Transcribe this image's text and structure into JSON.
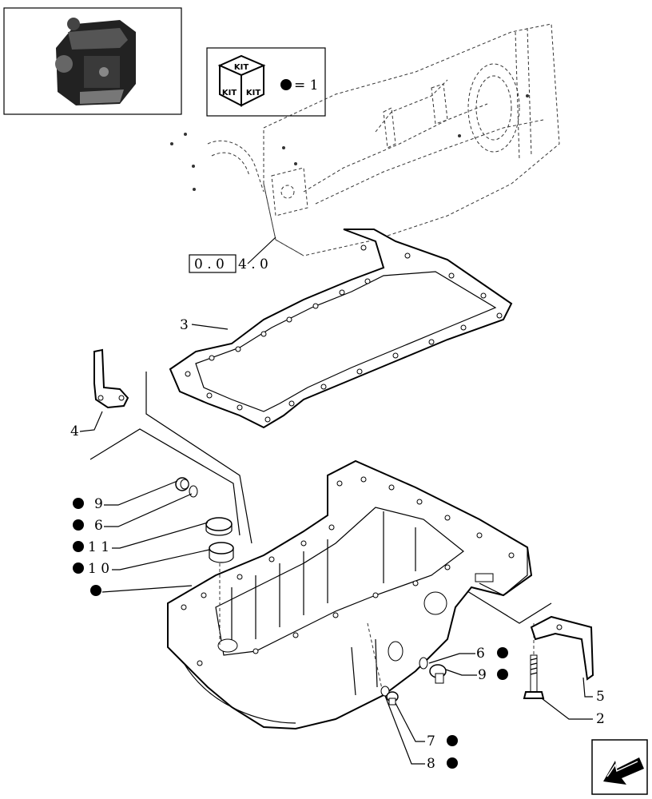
{
  "kit": {
    "icon_text": "KIT",
    "equals": "= 1"
  },
  "reference": {
    "boxed": "0 . 0",
    "rest": "4 . 0"
  },
  "callouts": [
    {
      "id": "c3",
      "label": "3",
      "bullet": false
    },
    {
      "id": "c4",
      "label": "4",
      "bullet": false
    },
    {
      "id": "c9a",
      "label": "9",
      "bullet": true
    },
    {
      "id": "c6a",
      "label": "6",
      "bullet": true
    },
    {
      "id": "c11",
      "label": "1 1",
      "bullet": true
    },
    {
      "id": "c10",
      "label": "1 0",
      "bullet": true
    },
    {
      "id": "cdot",
      "label": "",
      "bullet": true
    },
    {
      "id": "c6b",
      "label": "6",
      "bullet": true
    },
    {
      "id": "c9b",
      "label": "9",
      "bullet": true
    },
    {
      "id": "c5",
      "label": "5",
      "bullet": false
    },
    {
      "id": "c2",
      "label": "2",
      "bullet": false
    },
    {
      "id": "c7",
      "label": "7",
      "bullet": true
    },
    {
      "id": "c8",
      "label": "8",
      "bullet": true
    }
  ],
  "icons": [
    "engine-thumbnail-icon",
    "kit-box-icon",
    "bullet-dot-icon",
    "navigation-arrow-icon"
  ]
}
